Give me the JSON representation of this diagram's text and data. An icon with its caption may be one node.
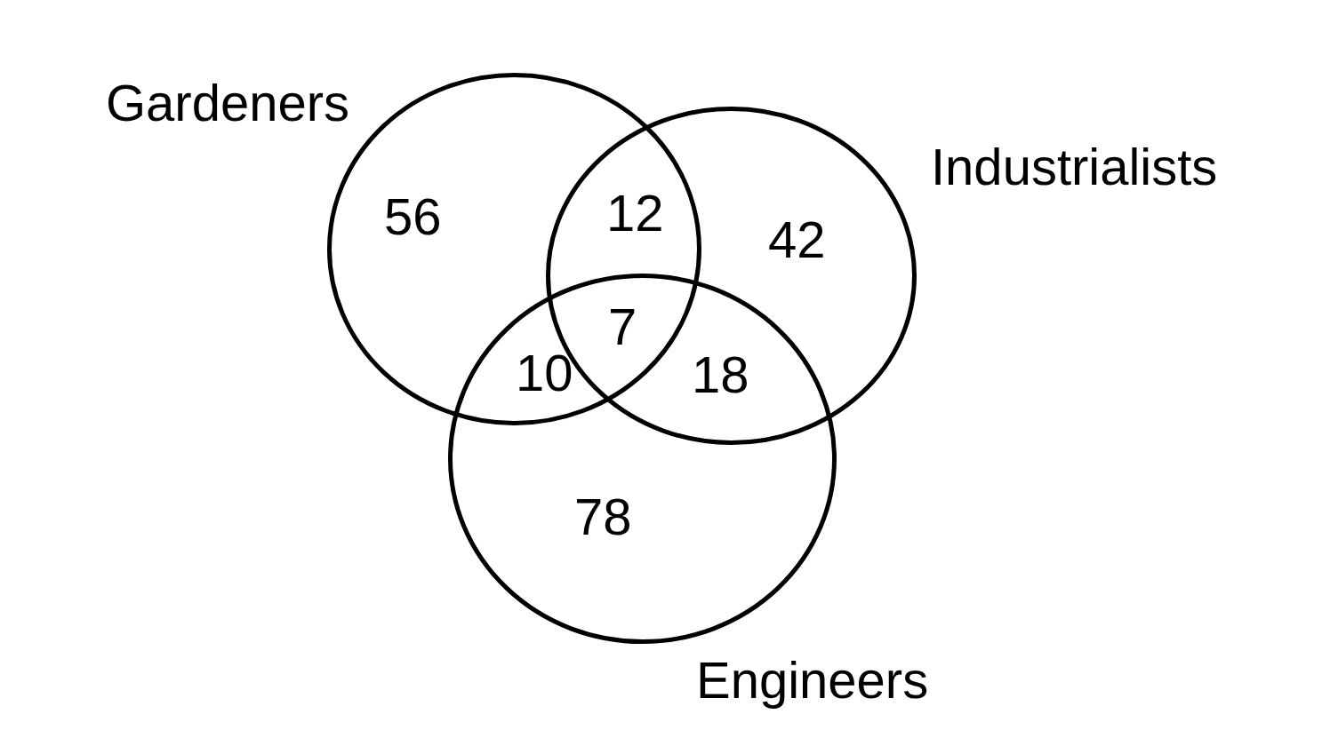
{
  "diagram": {
    "nodes": [
      {
        "text": [
          "Gardeners",
          "56"
        ]
      },
      {
        "text": [
          "Industrialists",
          "42"
        ]
      },
      {
        "text": [
          "Engineers",
          "78"
        ]
      }
    ],
    "labels": [
      "12",
      "7",
      "10",
      "18"
    ]
  }
}
